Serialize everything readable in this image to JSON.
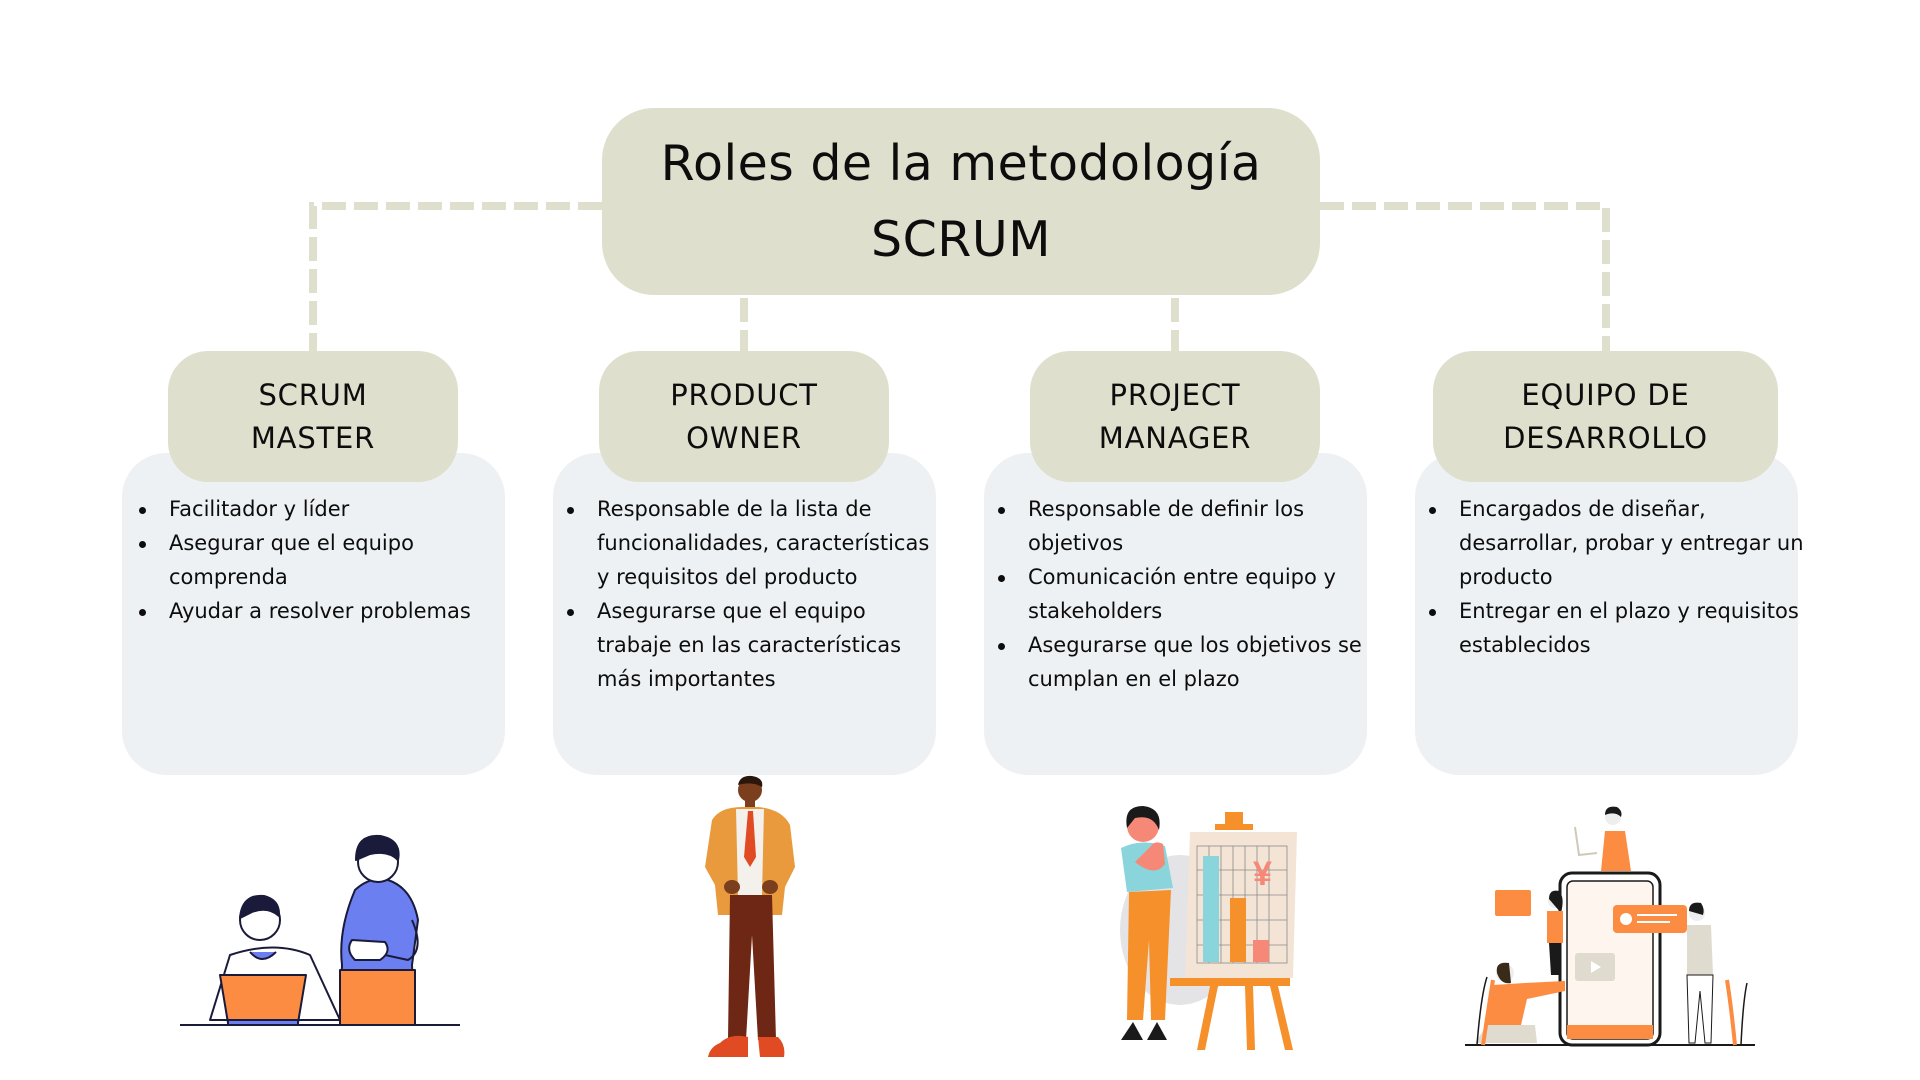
{
  "title": {
    "line1": "Roles de la metodología",
    "line2": "SCRUM"
  },
  "roles": [
    {
      "header": [
        "SCRUM",
        "MASTER"
      ],
      "items": [
        "Facilitador y líder",
        "Asegurar que el equipo comprenda",
        "Ayudar a resolver problemas"
      ],
      "illustration": "two-people-laptop-illustration"
    },
    {
      "header": [
        "PRODUCT",
        "OWNER"
      ],
      "items": [
        "Responsable de la lista de funcionalidades, características y requisitos del producto",
        "Asegurarse que el equipo trabaje en las características más importantes"
      ],
      "illustration": "businessman-standing-illustration"
    },
    {
      "header": [
        "PROJECT",
        "MANAGER"
      ],
      "items": [
        "Responsable de definir los objetivos",
        "Comunicación entre equipo y stakeholders",
        "Asegurarse que los objetivos se cumplan en el plazo"
      ],
      "illustration": "woman-chart-easel-illustration",
      "chart_symbol": "¥"
    },
    {
      "header": [
        "EQUIPO DE",
        "DESARROLLO"
      ],
      "items": [
        "Encargados de diseñar, desarrollar, probar y entregar un producto",
        "Entregar en el plazo y requisitos establecidos"
      ],
      "illustration": "team-building-mobile-app-illustration"
    }
  ],
  "colors": {
    "header_fill": "#dfdfcd",
    "card_fill": "#eef1f4",
    "connector": "#dfdfcd",
    "text": "#0d0d0d",
    "accent_orange": "#fb8c42",
    "accent_blue": "#6b7ff0"
  }
}
